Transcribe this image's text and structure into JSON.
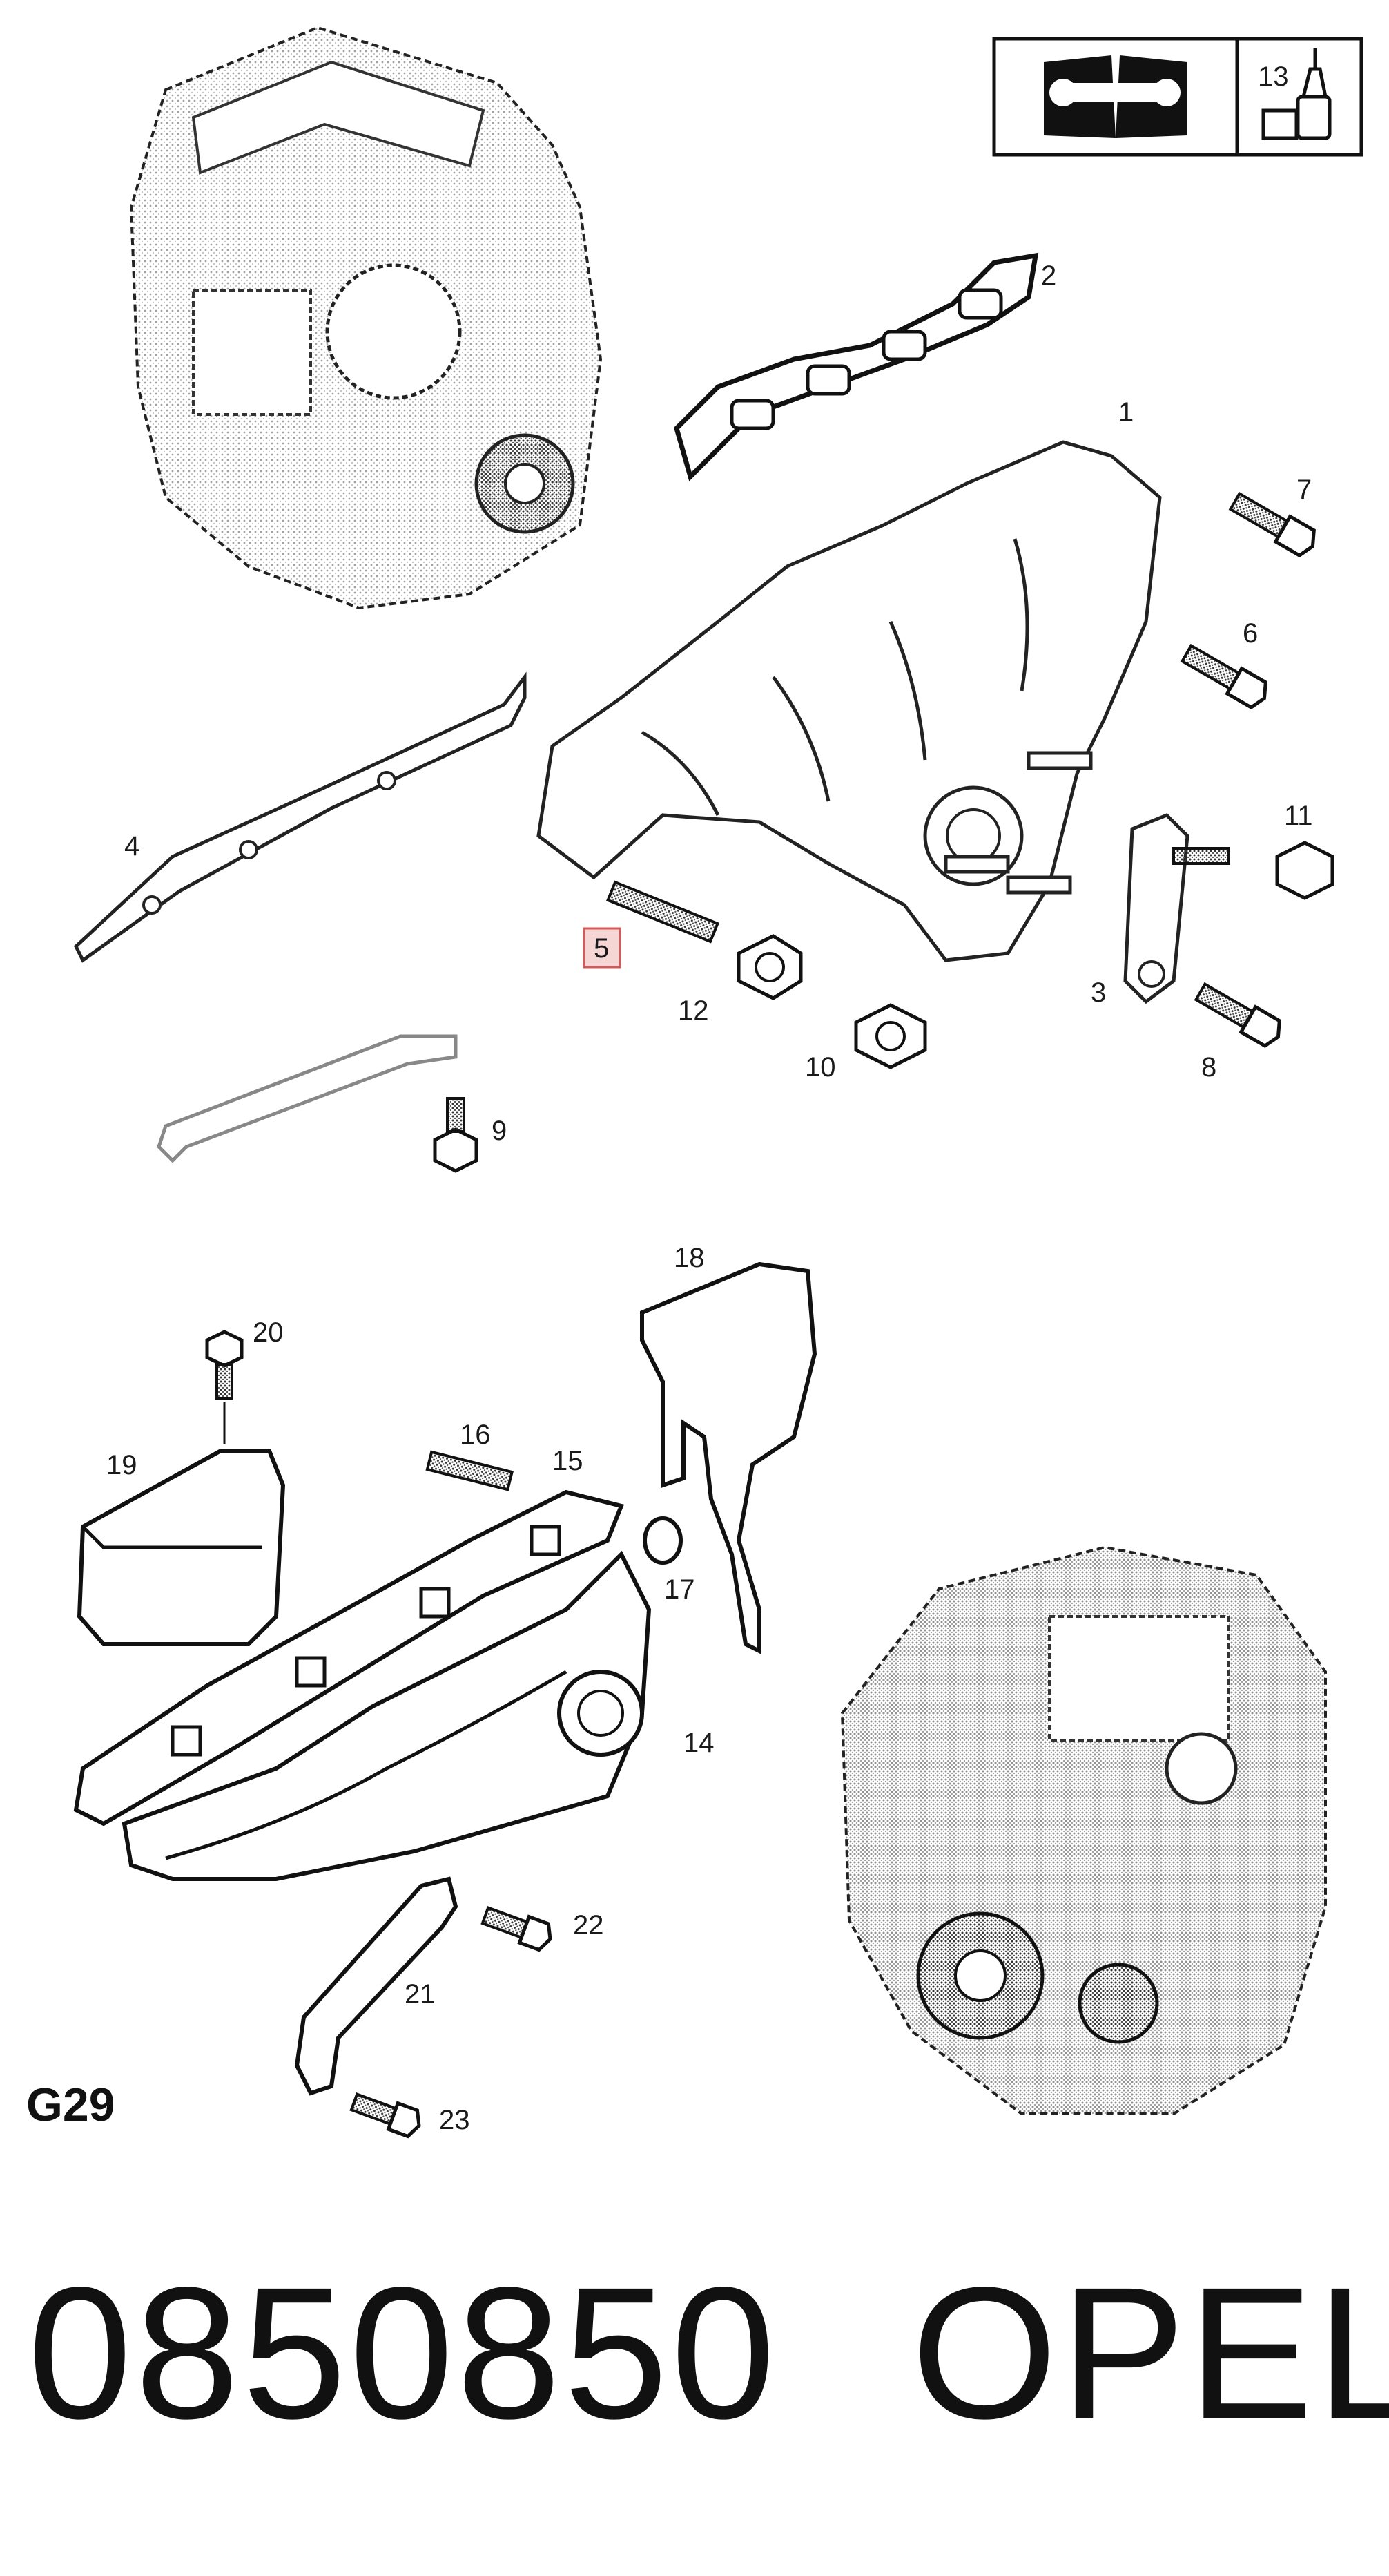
{
  "section_code": "G29",
  "part_number": "0850850",
  "brand": "OPEL",
  "highlight_color": "#d45a5a",
  "legend": {
    "icon_book": "book-wrench-icon",
    "icon_tube": "sealant-tube-icon",
    "label": "13"
  },
  "callouts": {
    "c1": "1",
    "c2": "2",
    "c3": "3",
    "c4": "4",
    "c5": "5",
    "c6": "6",
    "c7": "7",
    "c8": "8",
    "c9": "9",
    "c10": "10",
    "c11": "11",
    "c12": "12",
    "c14": "14",
    "c15": "15",
    "c16": "16",
    "c17": "17",
    "c18": "18",
    "c19": "19",
    "c20": "20",
    "c21": "21",
    "c22": "22",
    "c23": "23"
  }
}
